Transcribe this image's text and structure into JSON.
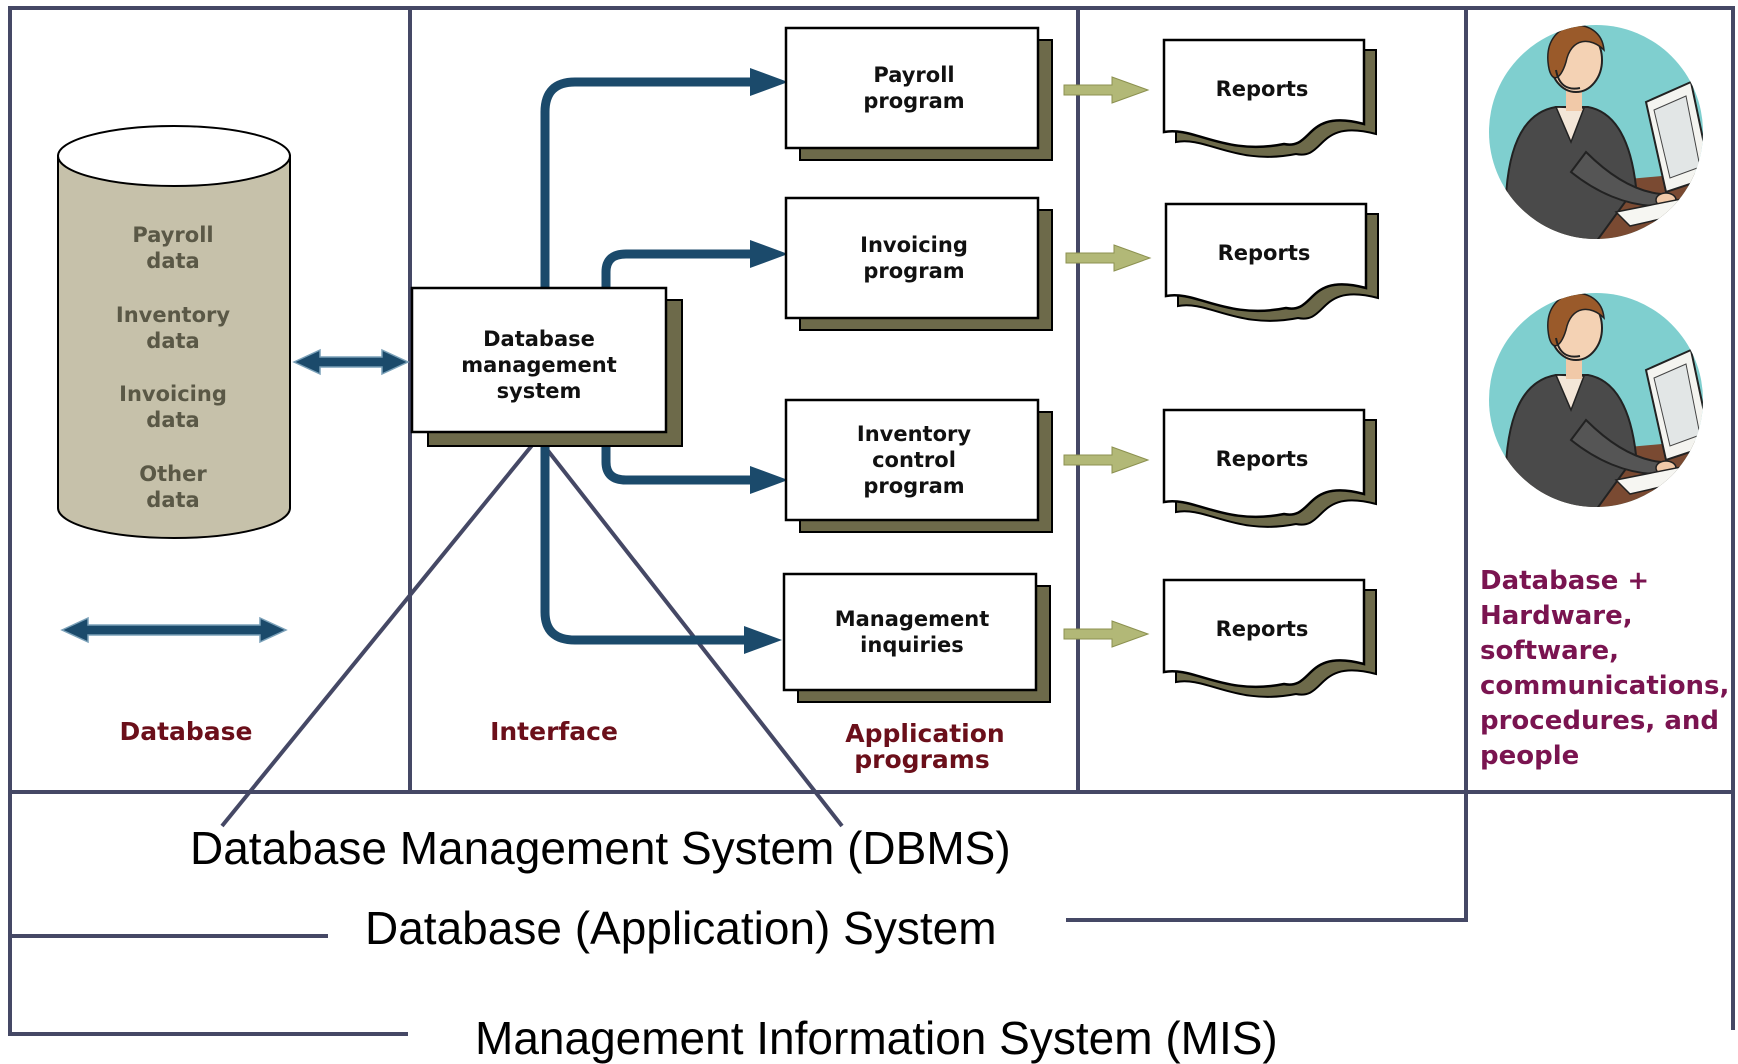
{
  "colors": {
    "frame": "#454865",
    "cylinder_fill": "#c6c1aa",
    "box_shadow": "#6d6a4a",
    "flow_arrow": "#1b4a6b",
    "report_arrow": "#b2b877",
    "section_label": "#6b0f1a",
    "people_label": "#7a1450",
    "avatar_bg": "#7fcfcf"
  },
  "database": {
    "items": [
      [
        "Payroll",
        "data"
      ],
      [
        "Inventory",
        "data"
      ],
      [
        "Invoicing",
        "data"
      ],
      [
        "Other",
        "data"
      ]
    ],
    "label": "Database"
  },
  "interface": {
    "dbms_lines": [
      "Database",
      "management",
      "system"
    ],
    "label": "Interface"
  },
  "programs": [
    {
      "lines": [
        "Payroll",
        "program"
      ],
      "report": "Reports"
    },
    {
      "lines": [
        "Invoicing",
        "program"
      ],
      "report": "Reports"
    },
    {
      "lines": [
        "Inventory",
        "control",
        "program"
      ],
      "report": "Reports"
    },
    {
      "lines": [
        "Management",
        "inquiries"
      ],
      "report": "Reports"
    }
  ],
  "application_label": [
    "Application",
    "programs"
  ],
  "people": {
    "icon": "operator-at-computer-icon",
    "lines": [
      "Database +",
      "Hardware,",
      "software,",
      "communications,",
      "procedures, and",
      "people"
    ]
  },
  "captions": {
    "dbms": "Database Management System (DBMS)",
    "das": "Database (Application) System",
    "mis": "Management Information System (MIS)"
  }
}
